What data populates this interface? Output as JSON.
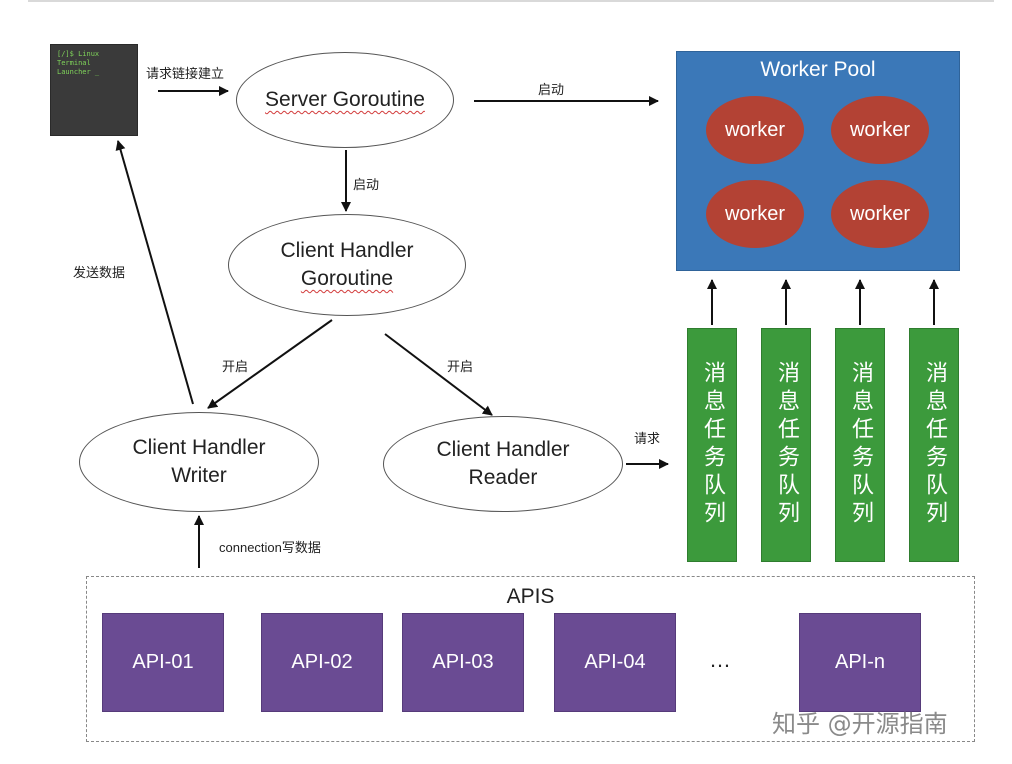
{
  "terminal": {
    "text": "[/]$ Linux\nTerminal\nLauncher _"
  },
  "nodes": {
    "server": {
      "line1": "Server Goroutine"
    },
    "client_handler": {
      "line1": "Client Handler",
      "line2": "Goroutine"
    },
    "writer": {
      "line1": "Client Handler",
      "line2": "Writer"
    },
    "reader": {
      "line1": "Client Handler",
      "line2": "Reader"
    }
  },
  "edge_labels": {
    "request_connection": "请求链接建立",
    "start_pool": "启动",
    "start_handler": "启动",
    "send_data": "发送数据",
    "open_writer": "开启",
    "open_reader": "开启",
    "request": "请求",
    "connection_write": "connection写数据"
  },
  "worker_pool": {
    "title": "Worker Pool",
    "workers": [
      "worker",
      "worker",
      "worker",
      "worker"
    ],
    "color": "#3b78b8",
    "worker_color": "#b34234"
  },
  "queues": {
    "items": [
      "消息任务队列",
      "消息任务队列",
      "消息任务队列",
      "消息任务队列"
    ],
    "color": "#3c9a3c"
  },
  "apis": {
    "title": "APIS",
    "items": [
      "API-01",
      "API-02",
      "API-03",
      "API-04",
      "API-n"
    ],
    "ellipsis": "…",
    "color": "#6a4b93"
  },
  "watermark": "知乎 @开源指南"
}
